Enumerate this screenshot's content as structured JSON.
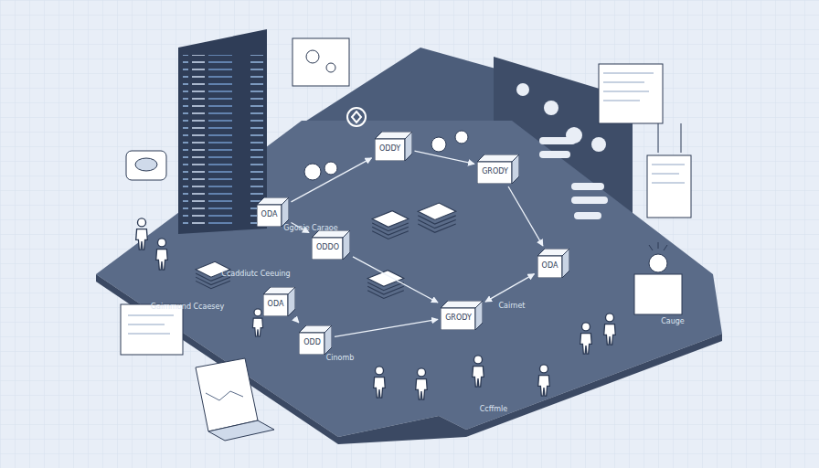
{
  "diagram": {
    "nodes": [
      {
        "text": [
          "ODA"
        ]
      },
      {
        "text": [
          "ODDO"
        ]
      },
      {
        "text": [
          "ODA"
        ]
      },
      {
        "text": [
          "ODD"
        ]
      },
      {
        "text": [
          "ODDY"
        ]
      },
      {
        "text": [
          "GRODY"
        ]
      },
      {
        "text": [
          "ODA"
        ]
      },
      {
        "text": [
          "GRODY"
        ]
      }
    ],
    "edges": [
      {
        "from": 0,
        "to": 4,
        "arrow": "to"
      },
      {
        "from": 4,
        "to": 5,
        "arrow": "to"
      },
      {
        "from": 0,
        "to": 1,
        "arrow": "to"
      },
      {
        "from": 1,
        "to": 7,
        "arrow": "to"
      },
      {
        "from": 2,
        "to": 3,
        "arrow": "to"
      },
      {
        "from": 5,
        "to": 6,
        "arrow": "to"
      },
      {
        "from": 7,
        "to": 6,
        "arrow": "both"
      },
      {
        "from": 3,
        "to": 7,
        "arrow": "to"
      }
    ],
    "labels": [
      "Gaimmund Ccaesey",
      "Ggoaie Caraoe",
      "Ccaddiutc Ceeuing",
      "Cinomb",
      "Cairnet",
      "Cauge",
      "Ccffmle"
    ]
  }
}
